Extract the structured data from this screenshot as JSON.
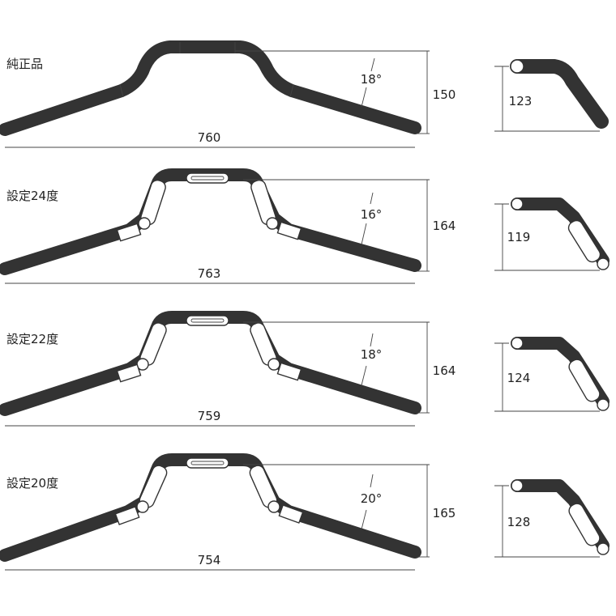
{
  "variants": [
    {
      "label": "純正品",
      "width": "760",
      "height": "150",
      "angle": "18°",
      "side_height": "123",
      "adjustable": false
    },
    {
      "label": "設定24度",
      "width": "763",
      "height": "164",
      "angle": "16°",
      "side_height": "119",
      "adjustable": true
    },
    {
      "label": "設定22度",
      "width": "759",
      "height": "164",
      "angle": "18°",
      "side_height": "124",
      "adjustable": true
    },
    {
      "label": "設定20度",
      "width": "754",
      "height": "165",
      "angle": "20°",
      "side_height": "128",
      "adjustable": true
    }
  ],
  "colors": {
    "line": "#333333",
    "fill": "#ffffff",
    "text": "#222222"
  }
}
